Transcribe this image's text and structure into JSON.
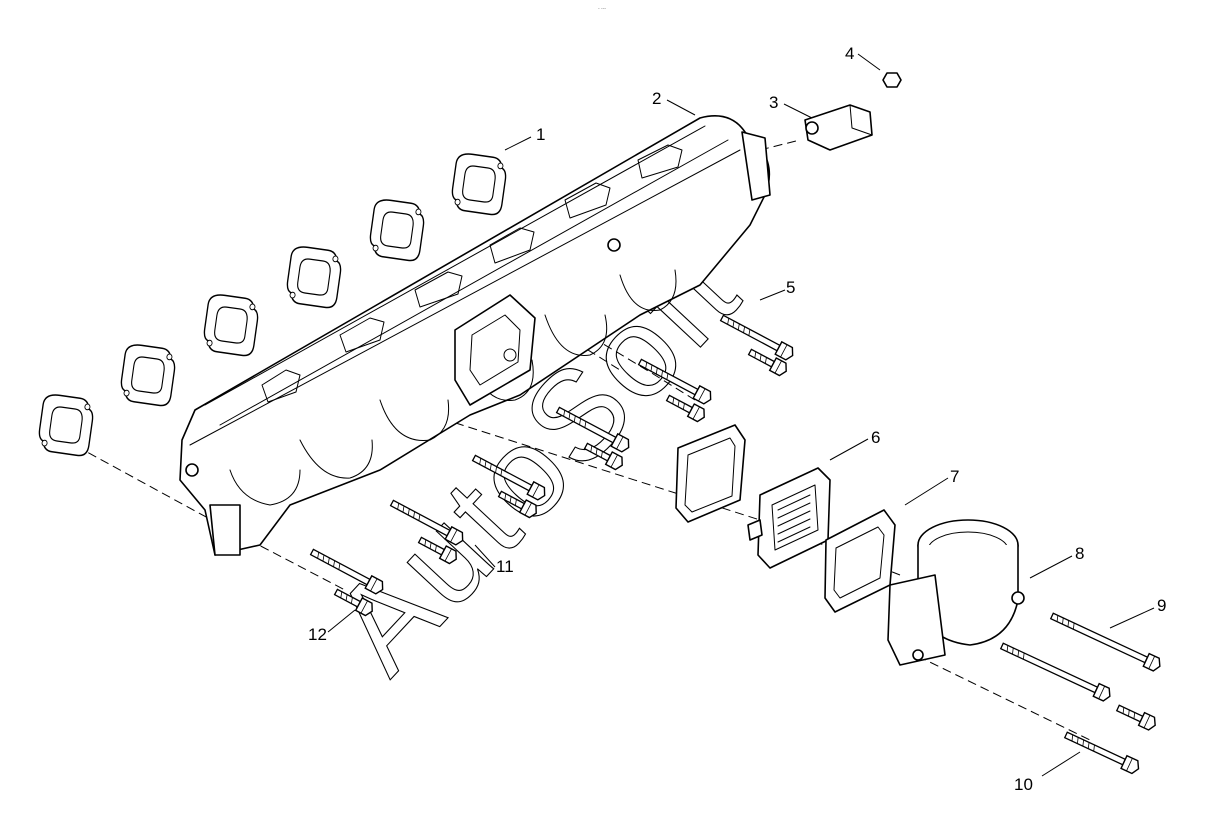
{
  "page_mark": "- ---",
  "watermark": "AutoSoft",
  "colors": {
    "line": "#000000",
    "background": "#ffffff"
  },
  "callouts": {
    "c1": "1",
    "c2": "2",
    "c3": "3",
    "c4": "4",
    "c5": "5",
    "c6": "6",
    "c7": "7",
    "c8": "8",
    "c9": "9",
    "c10": "10",
    "c11": "11",
    "c12": "12"
  }
}
